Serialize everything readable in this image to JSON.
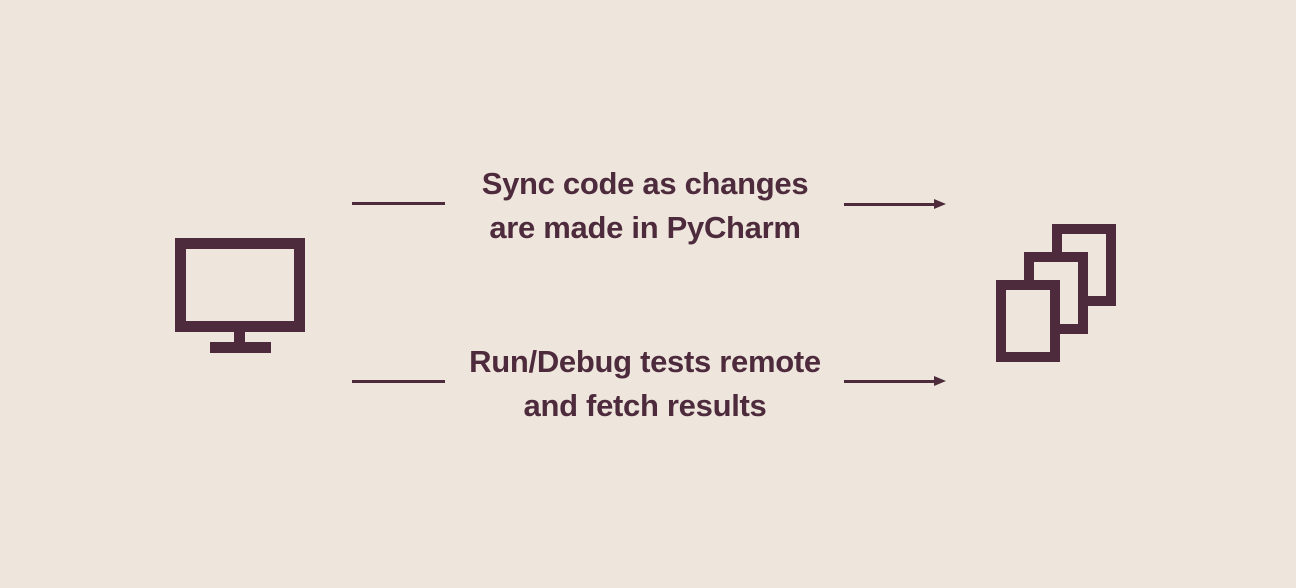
{
  "canvas": {
    "bg_color": "#eee5dd",
    "accent_color": "#4d2b3c"
  },
  "diagram": {
    "source_icon": "desktop-monitor-icon",
    "target_icon": "window-stack-icon",
    "flows": [
      {
        "direction": "left-to-right",
        "label_line1": "Sync code as changes",
        "label_line2": "are made in PyCharm"
      },
      {
        "direction": "left-to-right",
        "label_line1": "Run/Debug tests remote",
        "label_line2": "and fetch results"
      }
    ]
  }
}
